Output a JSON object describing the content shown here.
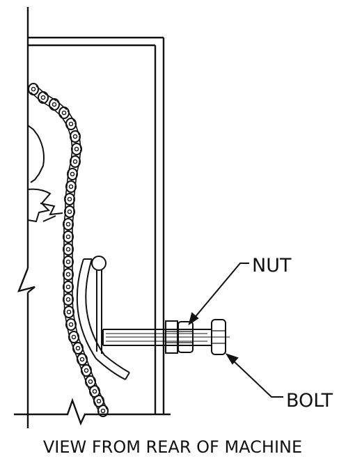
{
  "labels": {
    "nut": "NUT",
    "bolt": "BOLT",
    "caption": "VIEW FROM REAR OF MACHINE"
  },
  "colors": {
    "ink": "#111111",
    "paper": "#ffffff"
  }
}
